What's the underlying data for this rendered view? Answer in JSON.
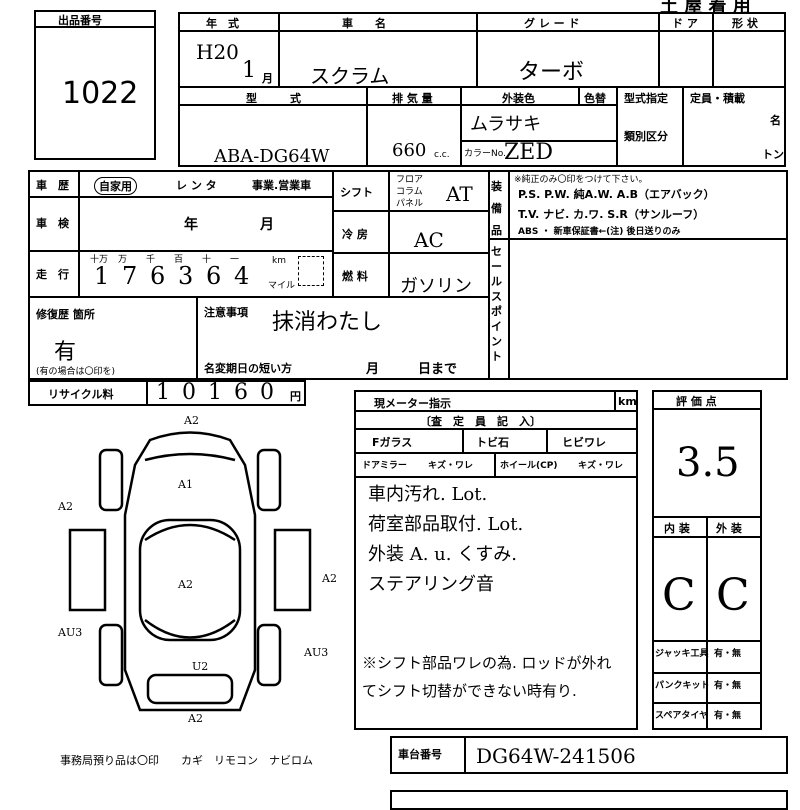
{
  "lot": {
    "label": "出品番号",
    "value": "1022"
  },
  "header_right": "土 屋 着 用",
  "year": {
    "label": "年　式",
    "era": "H20",
    "month": "1",
    "month_unit": "月"
  },
  "car_name": {
    "label": "車　　名",
    "value": "スクラム"
  },
  "grade": {
    "label": "グ レ ー ド",
    "value": "ターボ"
  },
  "doors": {
    "label": "ド ア"
  },
  "body_type": {
    "label": "形 状"
  },
  "model": {
    "label": "型　　　式",
    "value": "ABA-DG64W"
  },
  "displacement": {
    "label": "排 気 量",
    "value": "660",
    "unit": "c.c."
  },
  "color": {
    "label": "外装色",
    "replace_label": "色替",
    "value": "ムラサキ",
    "code_label": "カラーNo.",
    "code": "ZED"
  },
  "type_designation": {
    "label": "型式指定"
  },
  "category": {
    "label": "類別区分"
  },
  "capacity": {
    "label": "定員・積載",
    "unit1": "名",
    "unit2": "トン"
  },
  "history": {
    "label": "車　歴",
    "opt1": "自家用",
    "opt2": "レ ン タ",
    "opt3": "事業.営業車"
  },
  "inspection": {
    "label": "車　検",
    "year_unit": "年",
    "month_unit": "月"
  },
  "mileage": {
    "label": "走　行",
    "units": [
      "十万",
      "万",
      "千",
      "百",
      "十",
      "一"
    ],
    "digits": [
      "1",
      "7",
      "6",
      "3",
      "6",
      "4"
    ],
    "km": "km",
    "mile": "マイル"
  },
  "shift": {
    "label": "シフト",
    "opt1": "フロア",
    "opt2": "コラム",
    "opt3": "パネル",
    "value": "AT"
  },
  "ac": {
    "label": "冷 房",
    "value": "AC"
  },
  "fuel": {
    "label": "燃 料",
    "value": "ガソリン"
  },
  "equipment": {
    "label": "装備品",
    "note": "※純正のみ〇印をつけて下さい。",
    "row1": "P.S.  P.W.  純A.W.  A.B（エアバック）",
    "row2": "T.V.  ナビ.  カ.ワ.  S.R（サンルーフ）",
    "row3": "ABS ・ 新車保証書←(注) 後日送りのみ"
  },
  "sale_point": {
    "label": "セールスポイント"
  },
  "repair": {
    "label": "修復歴 箇所",
    "value": "有",
    "note": "(有の場合は〇印を)"
  },
  "caution": {
    "label": "注意事項",
    "value": "抹消わたし"
  },
  "name_change": {
    "label": "名変期日の短い方",
    "month_unit": "月",
    "day_unit": "日まで"
  },
  "recycle": {
    "label": "リサイクル料",
    "value": "10160",
    "unit": "円"
  },
  "meter": {
    "label": "現メーター指示",
    "unit": "km"
  },
  "inspector": {
    "label": "〔査　定　員　記　入〕",
    "f_glass": "Fガラス",
    "glass_scratch": "トビ石",
    "glass_crack": "ヒビワレ",
    "mirror": "ドアミラー",
    "mirror_state": "キズ・ワレ",
    "wheel": "ホイール(CP)",
    "wheel_state": "キズ・ワレ"
  },
  "remarks": [
    "車内汚れ. Lot.",
    "荷室部品取付. Lot.",
    "外装 A. u. くすみ.",
    "ステアリング音"
  ],
  "remarks_bottom": [
    "※シフト部品ワレの為. ロッドが外れ",
    "てシフト切替ができない時有り."
  ],
  "grade_eval": {
    "label": "評 価 点",
    "value": "3.5"
  },
  "interior": {
    "label": "内 装",
    "value": "C"
  },
  "exterior": {
    "label": "外 装",
    "value": "C"
  },
  "tools": [
    {
      "label": "ジャッキ工具",
      "value": "有・無"
    },
    {
      "label": "パンクキット",
      "value": "有・無"
    },
    {
      "label": "スペアタイヤ",
      "value": "有・無"
    }
  ],
  "chassis": {
    "label": "車台番号",
    "value": "DG64W-241506"
  },
  "office_items": "事務局預り品は〇印　　カギ　リモコン　ナビロム",
  "diagram_marks": [
    "A2",
    "A1",
    "A2",
    "A2",
    "A2",
    "AU3",
    "AU3",
    "U2",
    "A2"
  ]
}
